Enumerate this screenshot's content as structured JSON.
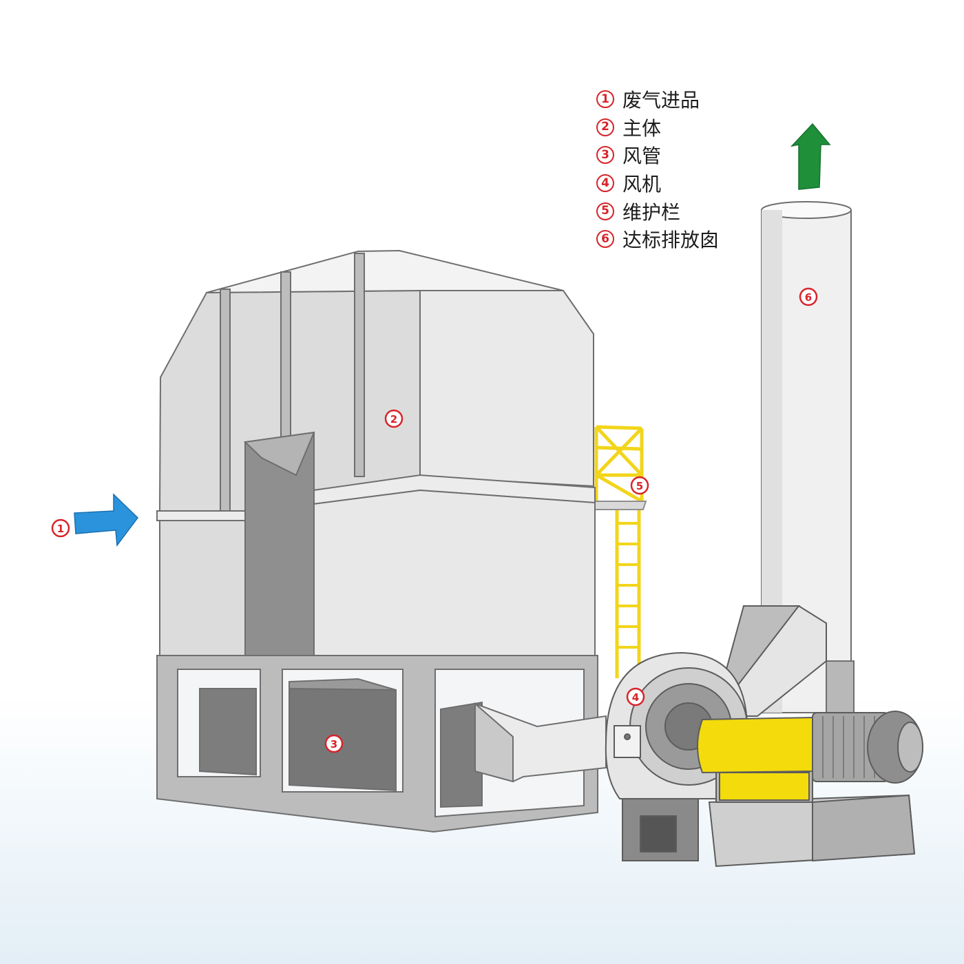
{
  "legend": {
    "items": [
      {
        "number": "1",
        "label": "废气进品"
      },
      {
        "number": "2",
        "label": "主体"
      },
      {
        "number": "3",
        "label": "风管"
      },
      {
        "number": "4",
        "label": "风机"
      },
      {
        "number": "5",
        "label": "维护栏"
      },
      {
        "number": "6",
        "label": "达标排放囱"
      }
    ]
  },
  "tags": {
    "inlet": "1",
    "main_body": "2",
    "duct": "3",
    "fan": "4",
    "guardrail": "5",
    "chimney": "6"
  },
  "colors": {
    "inlet_arrow": "#2a93dc",
    "outlet_arrow": "#1f8f3a",
    "ladder": "#f2d51b",
    "fan_coupling": "#f4db0b",
    "marker_red": "#d8232a",
    "frame_grey": "#b9b9b9",
    "panel_light": "#eeeeee"
  }
}
